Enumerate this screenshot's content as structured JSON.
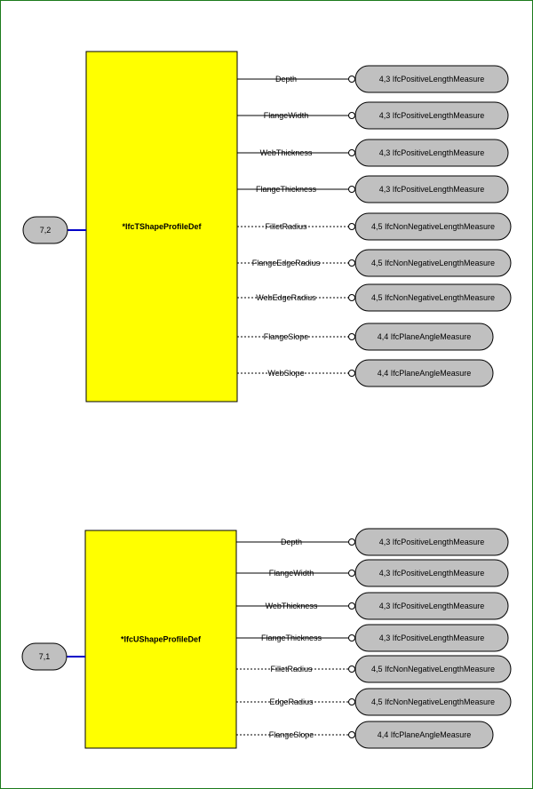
{
  "colors": {
    "frame": "#1b7a1b",
    "entity_fill": "#ffff00",
    "pill_fill": "#c0c0c0",
    "ref_line": "#0000c8",
    "line": "#000000"
  },
  "diagrams": [
    {
      "entity": "*IfcTShapeProfileDef",
      "ref": "7,2",
      "attributes": [
        {
          "name": "Depth",
          "type": "4,3 IfcPositiveLengthMeasure",
          "optional": false
        },
        {
          "name": "FlangeWidth",
          "type": "4,3 IfcPositiveLengthMeasure",
          "optional": false
        },
        {
          "name": "WebThickness",
          "type": "4,3 IfcPositiveLengthMeasure",
          "optional": false
        },
        {
          "name": "FlangeThickness",
          "type": "4,3 IfcPositiveLengthMeasure",
          "optional": false
        },
        {
          "name": "FilletRadius",
          "type": "4,5 IfcNonNegativeLengthMeasure",
          "optional": true
        },
        {
          "name": "FlangeEdgeRadius",
          "type": "4,5 IfcNonNegativeLengthMeasure",
          "optional": true
        },
        {
          "name": "WebEdgeRadius",
          "type": "4,5 IfcNonNegativeLengthMeasure",
          "optional": true
        },
        {
          "name": "FlangeSlope",
          "type": "4,4 IfcPlaneAngleMeasure",
          "optional": true
        },
        {
          "name": "WebSlope",
          "type": "4,4 IfcPlaneAngleMeasure",
          "optional": true
        }
      ]
    },
    {
      "entity": "*IfcUShapeProfileDef",
      "ref": "7,1",
      "attributes": [
        {
          "name": "Depth",
          "type": "4,3 IfcPositiveLengthMeasure",
          "optional": false
        },
        {
          "name": "FlangeWidth",
          "type": "4,3 IfcPositiveLengthMeasure",
          "optional": false
        },
        {
          "name": "WebThickness",
          "type": "4,3 IfcPositiveLengthMeasure",
          "optional": false
        },
        {
          "name": "FlangeThickness",
          "type": "4,3 IfcPositiveLengthMeasure",
          "optional": false
        },
        {
          "name": "FilletRadius",
          "type": "4,5 IfcNonNegativeLengthMeasure",
          "optional": true
        },
        {
          "name": "EdgeRadius",
          "type": "4,5 IfcNonNegativeLengthMeasure",
          "optional": true
        },
        {
          "name": "FlangeSlope",
          "type": "4,4 IfcPlaneAngleMeasure",
          "optional": true
        }
      ]
    }
  ]
}
